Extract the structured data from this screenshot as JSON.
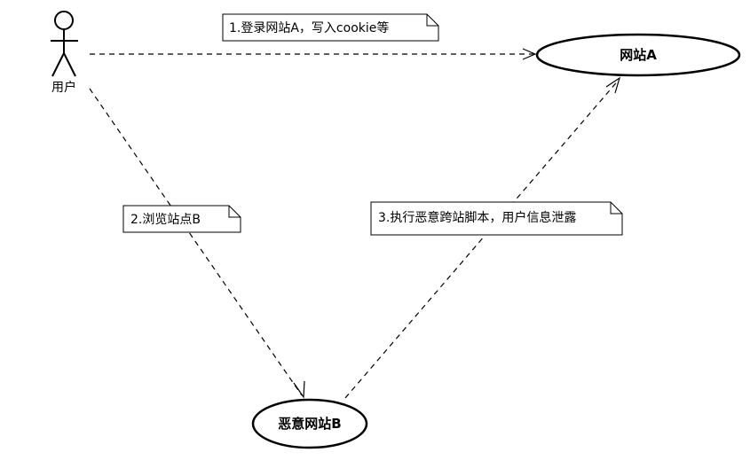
{
  "actor": {
    "label": "用户"
  },
  "nodes": {
    "site_a": "网站A",
    "site_b": "恶意网站B"
  },
  "notes": {
    "step1": "1.登录网站A，写入cookie等",
    "step2": "2.浏览站点B",
    "step3": "3.执行恶意跨站脚本，用户信息泄露"
  }
}
